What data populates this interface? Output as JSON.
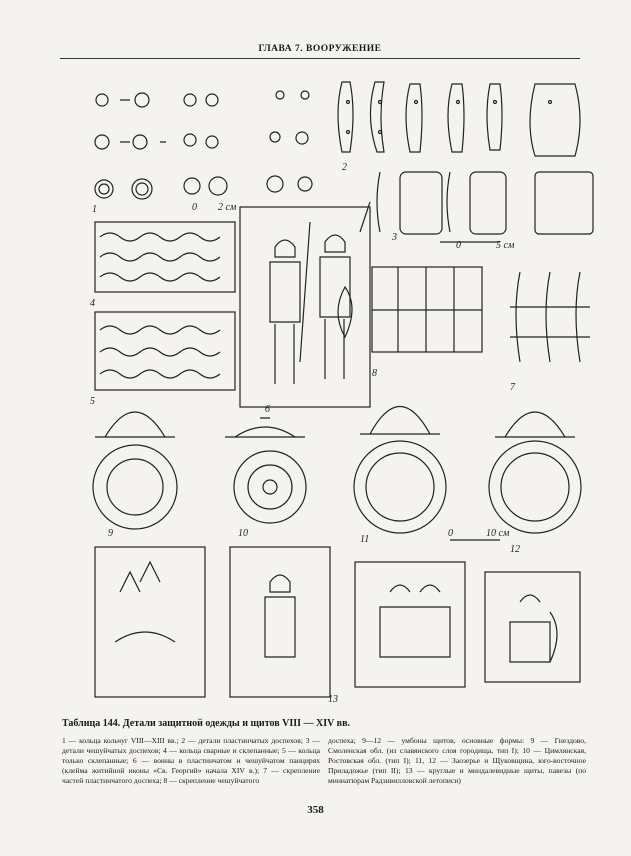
{
  "header": "ГЛАВА 7. ВООРУЖЕНИЕ",
  "figure_labels": {
    "l1": "1",
    "l2": "2",
    "l3": "3",
    "l4": "4",
    "l5": "5",
    "l6": "6",
    "l7": "7",
    "l8": "8",
    "l9": "9",
    "l10": "10",
    "l11": "11",
    "l12": "12",
    "l13": "13"
  },
  "scales": {
    "s1": "2 см",
    "s3": "5 см",
    "s11": "10 см",
    "zero": "0"
  },
  "caption": "Таблица 144. Детали защитной одежды и щитов VIII — XIV вв.",
  "legend_left": "1 — кольца кольчуг VIII—XIII вв.; 2 — детали пластинчатых доспехов; 3 — детали чешуйчатых доспехов; 4 — кольца сварные и склепанные; 5 — кольца только склепанные; 6 — воины в пластинчатом и чешуйчатом панцирях (клейма житийной иконы «Св. Георгий» начала XIV в.); 7 — скрепление частей пластинчатого доспеха; 8 — скрепление чешуйчатого",
  "legend_right": "доспеха; 9—12 — умбоны щитов, основные формы: 9 — Гнездово, Смоленская обл. (из славянского слоя городища, тип I); 10 — Цимлянская, Ростовская обл. (тип I); 11, 12 — Заозерье и Щуковщина, юго-восточное Приладожье (тип II); 13 — круглые и миндалевидные щиты, павезы (по миниатюрам Радзивилловской летописи)",
  "page_number": "358"
}
